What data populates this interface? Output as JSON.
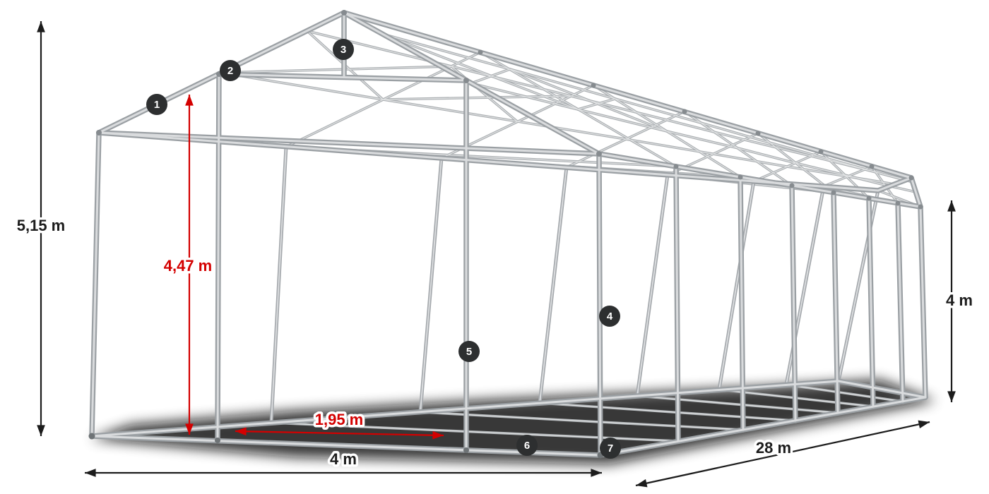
{
  "dimensions": {
    "total_height": "5,15 m",
    "frame_inner_height": "4,47 m",
    "side_height": "4 m",
    "width": "4 m",
    "length": "28 m",
    "passage_width": "1,95 m"
  },
  "markers": [
    {
      "label": "1"
    },
    {
      "label": "2"
    },
    {
      "label": "3"
    },
    {
      "label": "4"
    },
    {
      "label": "5"
    },
    {
      "label": "6"
    },
    {
      "label": "7"
    }
  ],
  "colors": {
    "background": "#ffffff",
    "dimension_text": "#1c1c1c",
    "accent_red": "#d40000",
    "frame_tube": "#a7abae",
    "marker_background": "#2d2f30",
    "marker_text": "#ffffff"
  }
}
